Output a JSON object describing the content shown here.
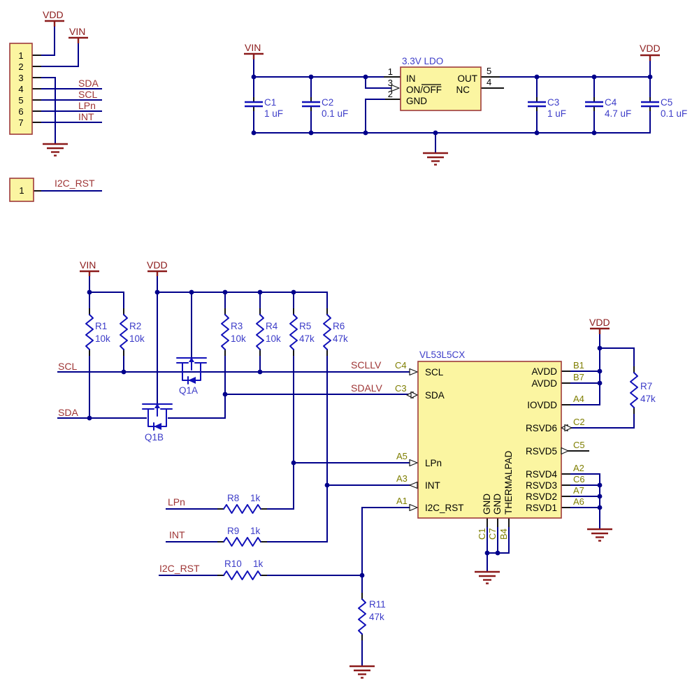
{
  "schematic": {
    "colors": {
      "wire": "#00008B",
      "symbol": "#1010B8",
      "ref_text": "#3C3CC8",
      "net_text": "#9E3434",
      "power": "#8B1A1A",
      "box_fill": "#FBF5A1",
      "box_border": "#9E3A3A",
      "pin_designator": "#7E7E00",
      "pin_name": "#000000"
    },
    "power_nets": {
      "vdd": "VDD",
      "vin": "VIN"
    },
    "net_labels": {
      "sda": "SDA",
      "scl": "SCL",
      "lpn": "LPn",
      "int": "INT",
      "i2c_rst": "I2C_RST",
      "scllv": "SCLLV",
      "sdalv": "SDALV"
    },
    "connector_j1": {
      "pins": [
        "1",
        "2",
        "3",
        "4",
        "5",
        "6",
        "7"
      ]
    },
    "connector_j2": {
      "pin": "1"
    },
    "ldo": {
      "title": "3.3V LDO",
      "pin_in": "IN",
      "pin_onoff": "ON/OFF",
      "pin_gnd": "GND",
      "pin_out": "OUT",
      "pin_nc": "NC",
      "num_in": "1",
      "num_onoff": "3",
      "num_gnd": "2",
      "num_out": "5",
      "num_nc": "4"
    },
    "capacitors": [
      {
        "ref": "C1",
        "value": "1 uF"
      },
      {
        "ref": "C2",
        "value": "0.1 uF"
      },
      {
        "ref": "C3",
        "value": "1 uF"
      },
      {
        "ref": "C4",
        "value": "4.7 uF"
      },
      {
        "ref": "C5",
        "value": "0.1 uF"
      }
    ],
    "resistors": [
      {
        "ref": "R1",
        "value": "10k"
      },
      {
        "ref": "R2",
        "value": "10k"
      },
      {
        "ref": "R3",
        "value": "10k"
      },
      {
        "ref": "R4",
        "value": "10k"
      },
      {
        "ref": "R5",
        "value": "47k"
      },
      {
        "ref": "R6",
        "value": "47k"
      },
      {
        "ref": "R7",
        "value": "47k"
      },
      {
        "ref": "R8",
        "value": "1k"
      },
      {
        "ref": "R9",
        "value": "1k"
      },
      {
        "ref": "R10",
        "value": "1k"
      },
      {
        "ref": "R11",
        "value": "47k"
      }
    ],
    "transistors": [
      {
        "ref": "Q1A"
      },
      {
        "ref": "Q1B"
      }
    ],
    "chip": {
      "name": "VL53L5CX",
      "left_pins": [
        {
          "designator": "C4",
          "name": "SCL"
        },
        {
          "designator": "C3",
          "name": "SDA"
        },
        {
          "designator": "A5",
          "name": "LPn"
        },
        {
          "designator": "A3",
          "name": "INT"
        },
        {
          "designator": "A1",
          "name": "I2C_RST"
        }
      ],
      "right_pins": [
        {
          "designator": "B1",
          "name": "AVDD"
        },
        {
          "designator": "B7",
          "name": "AVDD"
        },
        {
          "designator": "A4",
          "name": "IOVDD"
        },
        {
          "designator": "C2",
          "name": "RSVD6"
        },
        {
          "designator": "C5",
          "name": "RSVD5"
        },
        {
          "designator": "A2",
          "name": "RSVD4"
        },
        {
          "designator": "C6",
          "name": "RSVD3"
        },
        {
          "designator": "A7",
          "name": "RSVD2"
        },
        {
          "designator": "A6",
          "name": "RSVD1"
        }
      ],
      "bottom_pins": [
        {
          "designator": "C1",
          "name": "GND"
        },
        {
          "designator": "C7",
          "name": "GND"
        },
        {
          "designator": "B4",
          "name": "THERMALPAD"
        }
      ]
    }
  }
}
